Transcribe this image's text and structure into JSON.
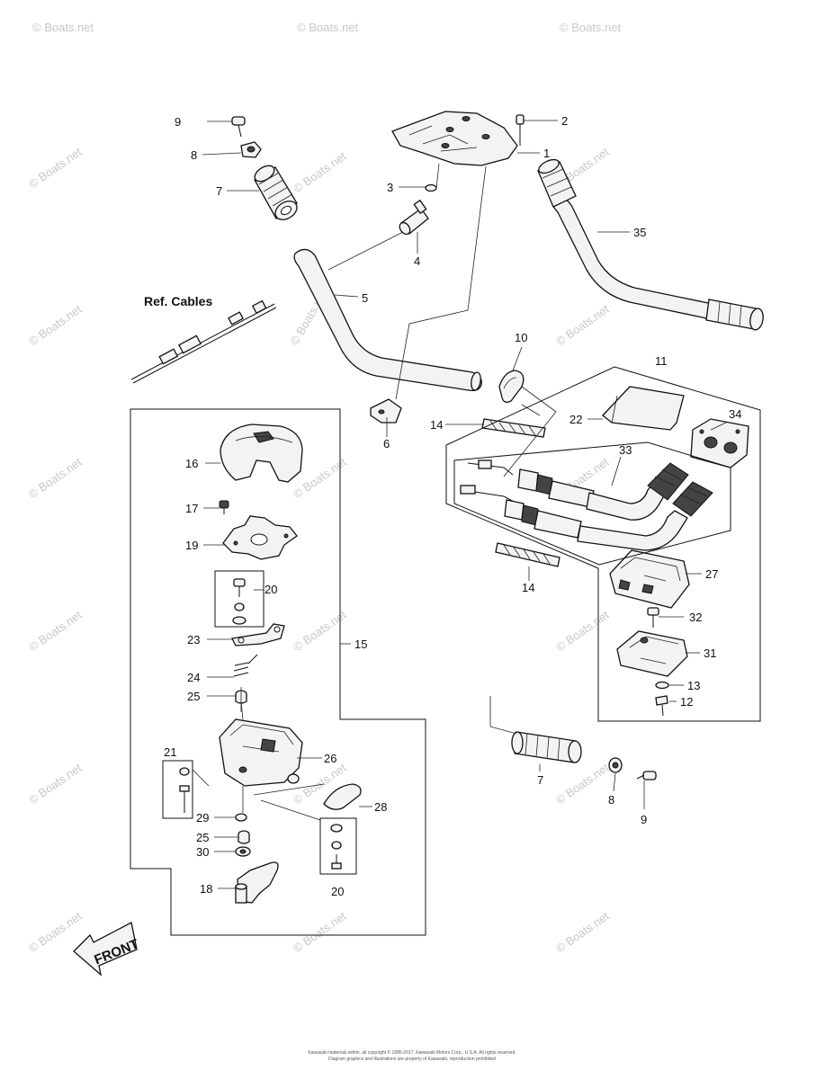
{
  "callouts": {
    "c1": "1",
    "c2": "2",
    "c3": "3",
    "c4": "4",
    "c5": "5",
    "c6": "6",
    "c7a": "7",
    "c7b": "7",
    "c8a": "8",
    "c8b": "8",
    "c9a": "9",
    "c9b": "9",
    "c10": "10",
    "c11": "11",
    "c12": "12",
    "c13": "13",
    "c14a": "14",
    "c14b": "14",
    "c15": "15",
    "c16": "16",
    "c17": "17",
    "c18": "18",
    "c19": "19",
    "c20a": "20",
    "c20b": "20",
    "c21": "21",
    "c22": "22",
    "c23": "23",
    "c24": "24",
    "c25a": "25",
    "c25b": "25",
    "c26": "26",
    "c27": "27",
    "c28": "28",
    "c29": "29",
    "c30": "30",
    "c31": "31",
    "c32": "32",
    "c33": "33",
    "c34": "34",
    "c35": "35"
  },
  "labels": {
    "ref_cables": "Ref. Cables",
    "front": "FRONT"
  },
  "watermark": "© Boats.net",
  "footer": {
    "line1": "Kawasaki materials within, all copyright © 1985-2017, Kawasaki Motors Corp., U.S.A. All rights reserved.",
    "line2": "Diagram graphics and illustrations are property of Kawasaki, reproduction prohibited"
  }
}
